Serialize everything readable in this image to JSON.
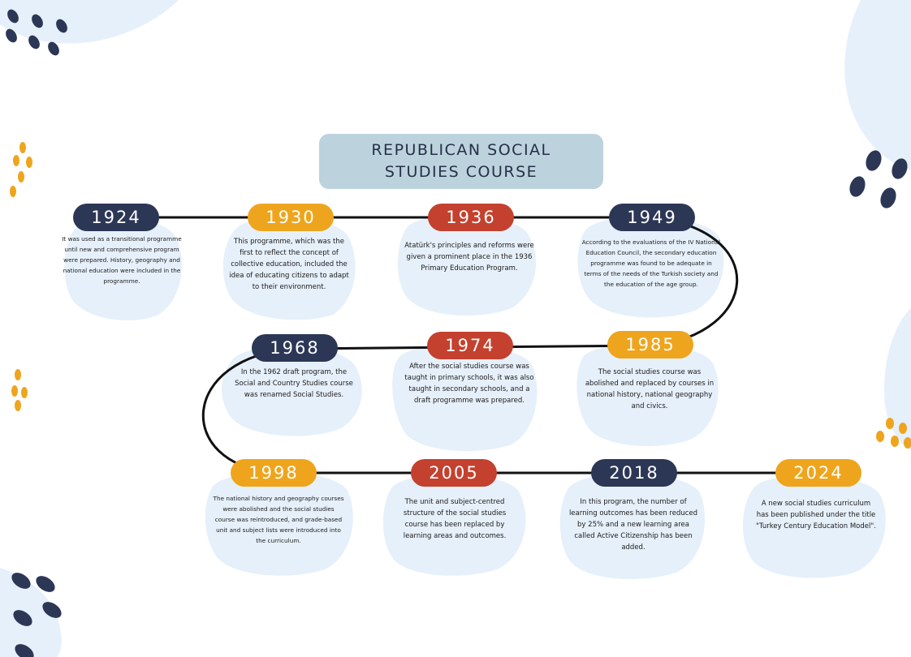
{
  "title": {
    "line1": "REPUBLICAN SOCIAL",
    "line2": "STUDIES COURSE"
  },
  "colors": {
    "navy": "#2c3756",
    "orange": "#eea51d",
    "red": "#c3412e",
    "blob": "#e6f0fa",
    "title_bg": "#bcd3de"
  },
  "timeline": [
    {
      "year": "1924",
      "color": "navy",
      "text": "It was used as a transitional programme until new and comprehensive program were prepared. History, geography and national education were included in the programme."
    },
    {
      "year": "1930",
      "color": "orange",
      "text": "This programme, which was the first to reflect the concept of collective education, included the idea of educating citizens to adapt to their environment."
    },
    {
      "year": "1936",
      "color": "red",
      "text": "Atatürk's principles and reforms were given a prominent place in the 1936 Primary Education Program."
    },
    {
      "year": "1949",
      "color": "navy",
      "text": "According to the evaluations of the IV National Education Council, the secondary education programme was found to be adequate in terms of the needs of the Turkish society and the education of the age group."
    },
    {
      "year": "1968",
      "color": "navy",
      "text": "In the 1962 draft program, the Social and Country Studies course was renamed Social Studies."
    },
    {
      "year": "1974",
      "color": "red",
      "text": "After the social studies course was taught in primary schools, it was also taught in secondary schools, and a draft programme was prepared."
    },
    {
      "year": "1985",
      "color": "orange",
      "text": "The social studies course was abolished and replaced by courses in national history, national geography and civics."
    },
    {
      "year": "1998",
      "color": "orange",
      "text": "The national history and geography courses were abolished and the social studies course was reintroduced, and grade-based unit and subject lists were introduced into the curriculum."
    },
    {
      "year": "2005",
      "color": "red",
      "text": "The unit and subject-centred structure of the social studies course has been replaced by learning areas and outcomes."
    },
    {
      "year": "2018",
      "color": "navy",
      "text": "In this program, the number of learning outcomes has been reduced by 25% and a new learning area called Active Citizenship has been added."
    },
    {
      "year": "2024",
      "color": "orange",
      "text": "A new social studies curriculum has been published under the title \"Turkey Century Education Model\"."
    }
  ]
}
